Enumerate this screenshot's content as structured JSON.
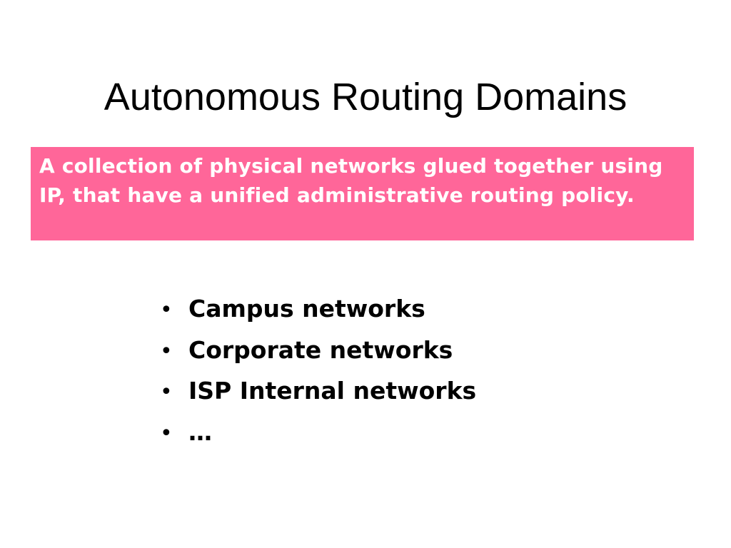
{
  "slide": {
    "title": "Autonomous Routing Domains",
    "definition": "A collection of physical networks glued together using IP, that have a unified administrative routing policy.",
    "colors": {
      "definition_background": "#ff6699",
      "definition_text": "#ffffff",
      "title_text": "#000000"
    },
    "bullet_glyph": "•",
    "bullets": [
      "Campus networks",
      "Corporate networks",
      "ISP Internal networks",
      "…"
    ]
  }
}
